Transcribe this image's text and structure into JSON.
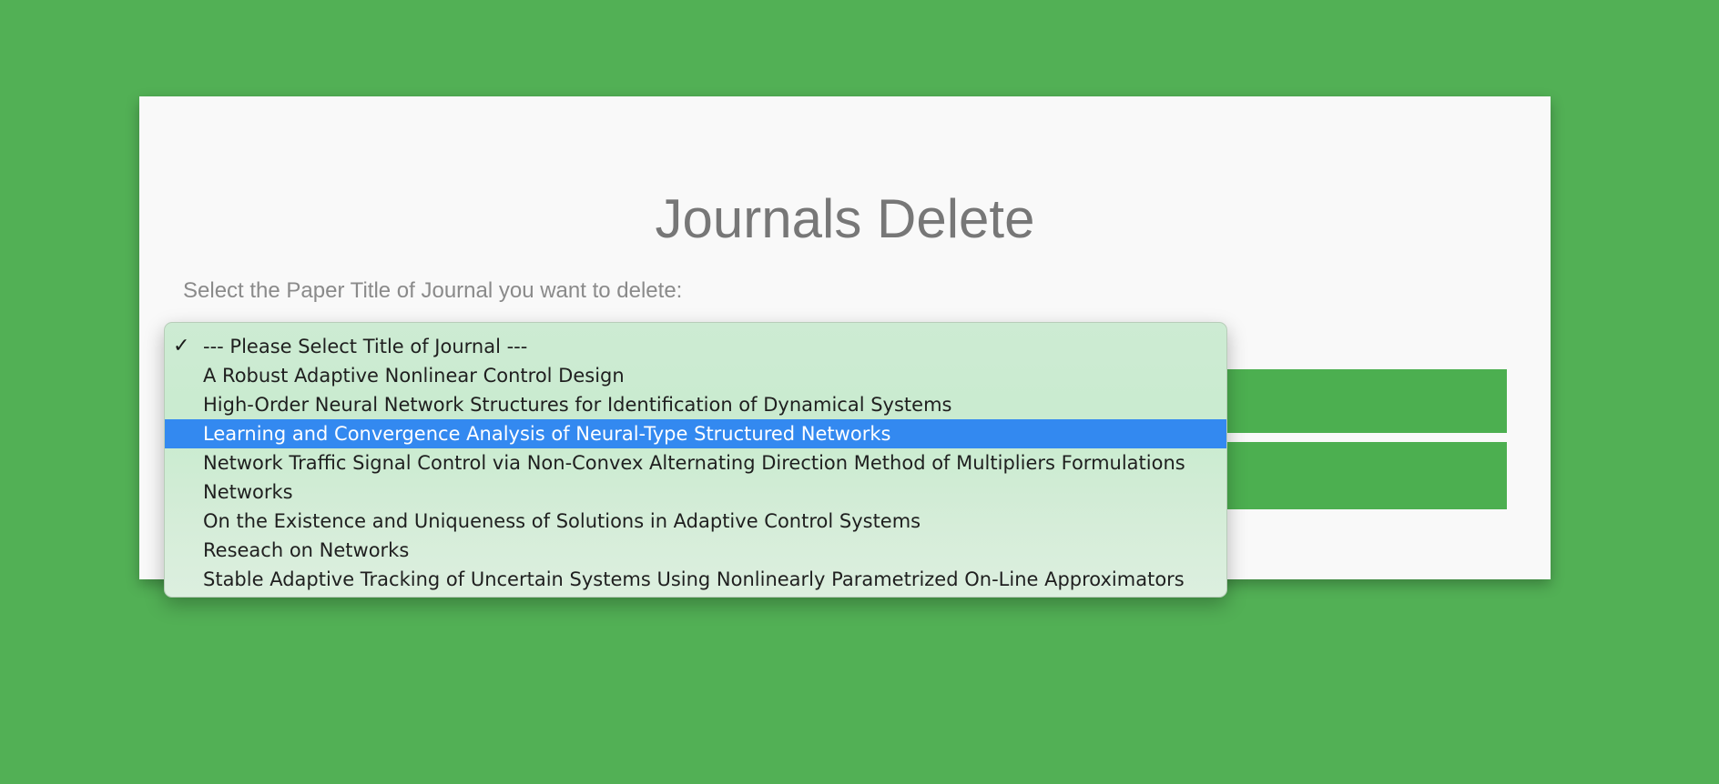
{
  "page": {
    "title": "Journals Delete",
    "prompt": "Select the Paper Title of Journal you want to delete:"
  },
  "select": {
    "checked_index": 0,
    "highlighted_index": 3,
    "options": [
      "--- Please Select Title of Journal ---",
      "A Robust Adaptive Nonlinear Control Design",
      "High-Order Neural Network Structures for Identification of Dynamical Systems",
      "Learning and Convergence Analysis of Neural-Type Structured Networks",
      "Network Traffic Signal Control via Non-Convex Alternating Direction Method of Multipliers Formulations",
      "Networks",
      "On the Existence and Uniqueness of Solutions in Adaptive Control Systems",
      "Reseach on Networks",
      "Stable Adaptive Tracking of Uncertain Systems Using Nonlinearly Parametrized On-Line Approximators"
    ]
  },
  "colors": {
    "background": "#52b055",
    "button": "#4caf50",
    "highlight": "#3389f0",
    "card": "#f9f9f9"
  },
  "icons": {
    "checkmark": "checkmark-icon"
  }
}
